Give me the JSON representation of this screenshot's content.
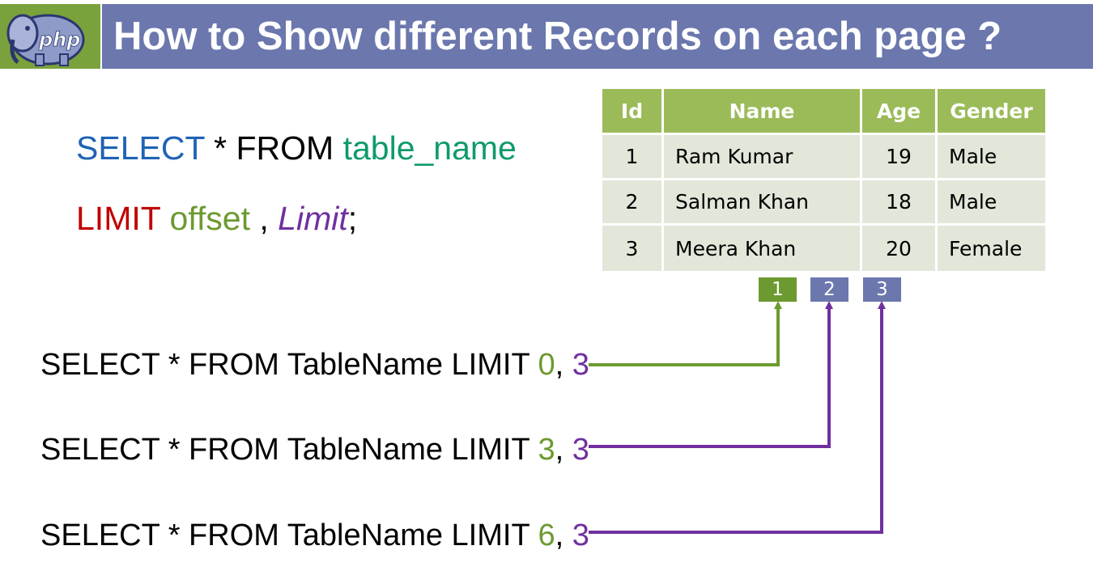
{
  "header": {
    "logo_text": "php",
    "title": "How to Show different Records on each page ?"
  },
  "syntax": {
    "line1": {
      "keyword": "SELECT",
      "middle": " * FROM ",
      "table": "table_name"
    },
    "line2": {
      "keyword": "LIMIT",
      "offset": " offset",
      "separator": " , ",
      "limit": "Limit",
      "end": ";"
    }
  },
  "table": {
    "headers": [
      "Id",
      "Name",
      "Age",
      "Gender"
    ],
    "rows": [
      [
        "1",
        "Ram Kumar",
        "19",
        "Male"
      ],
      [
        "2",
        "Salman Khan",
        "18",
        "Male"
      ],
      [
        "3",
        "Meera Khan",
        "20",
        "Female"
      ]
    ]
  },
  "pagination": {
    "pages": [
      "1",
      "2",
      "3"
    ],
    "active_page": "1"
  },
  "queries": [
    {
      "prefix": "SELECT * FROM TableName LIMIT ",
      "offset": "0",
      "comma": ", ",
      "limit": "3"
    },
    {
      "prefix": "SELECT * FROM TableName LIMIT ",
      "offset": "3",
      "comma": ", ",
      "limit": "3"
    },
    {
      "prefix": "SELECT * FROM TableName LIMIT ",
      "offset": "6",
      "comma": ", ",
      "limit": "3"
    }
  ],
  "colors": {
    "title_bar": "#6b77ad",
    "logo_bg": "#7aa23c",
    "table_header": "#9bbb59",
    "table_cell": "#e2e7d9",
    "active_page": "#6c9a30",
    "inactive_page": "#6b77ad",
    "arrow_green": "#6c9a30",
    "arrow_purple": "#7030a0"
  }
}
